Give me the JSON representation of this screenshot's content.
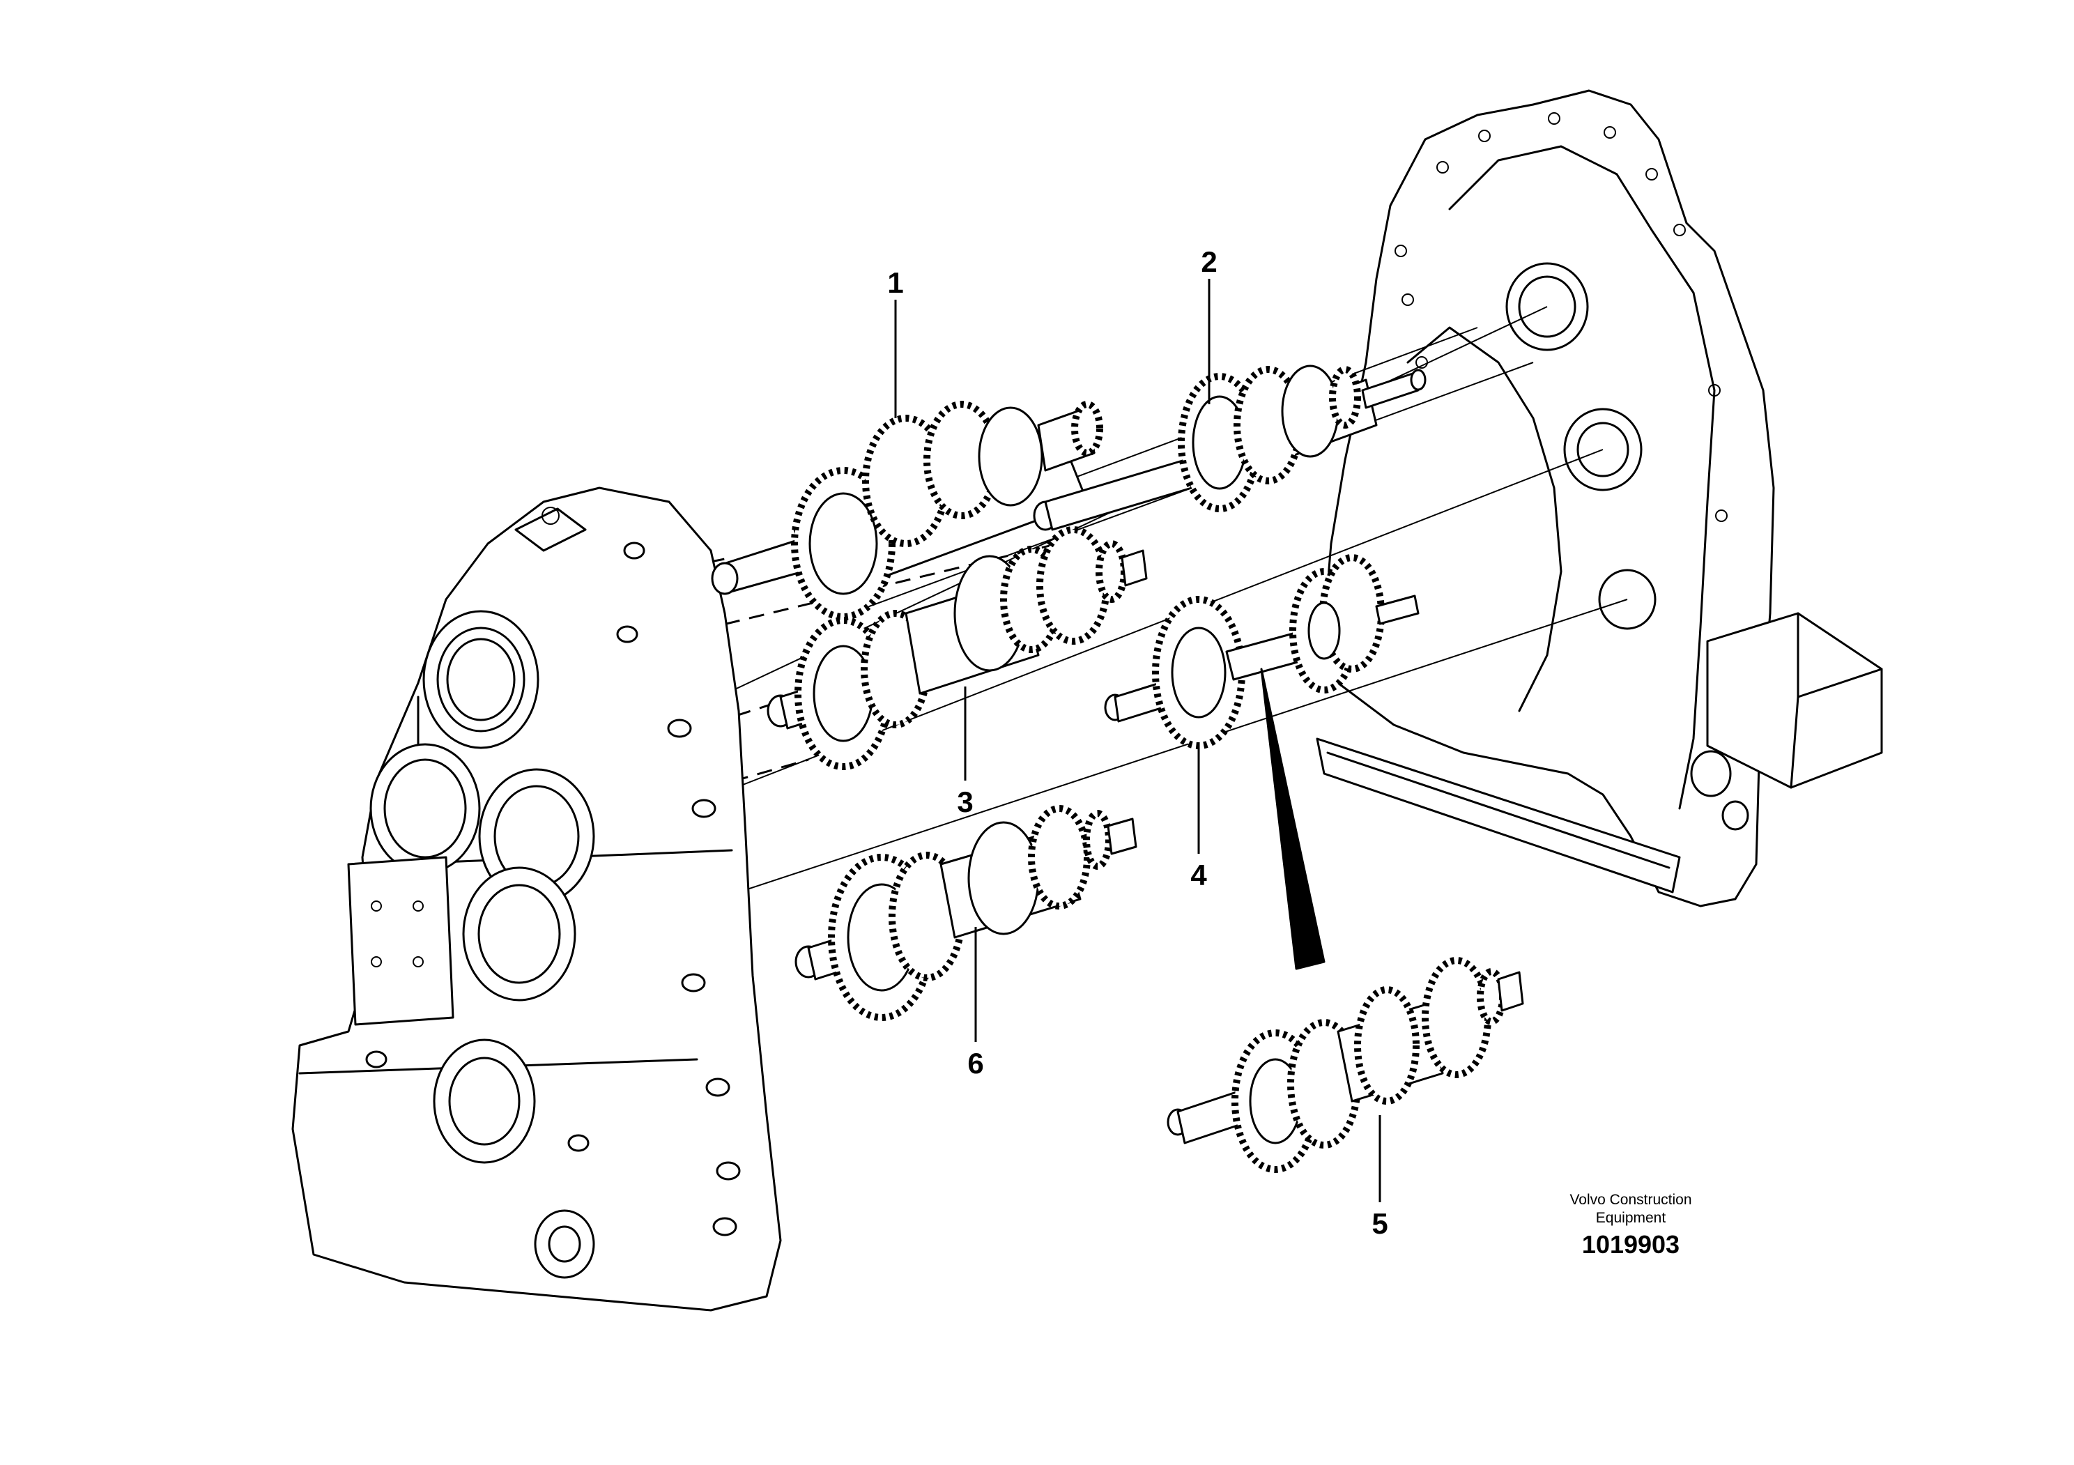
{
  "callouts": {
    "c1": "1",
    "c2": "2",
    "c3": "3",
    "c4": "4",
    "c5": "5",
    "c6": "6"
  },
  "credit": {
    "line1": "Volvo Construction",
    "line2": "Equipment"
  },
  "doc_number": "1019903"
}
